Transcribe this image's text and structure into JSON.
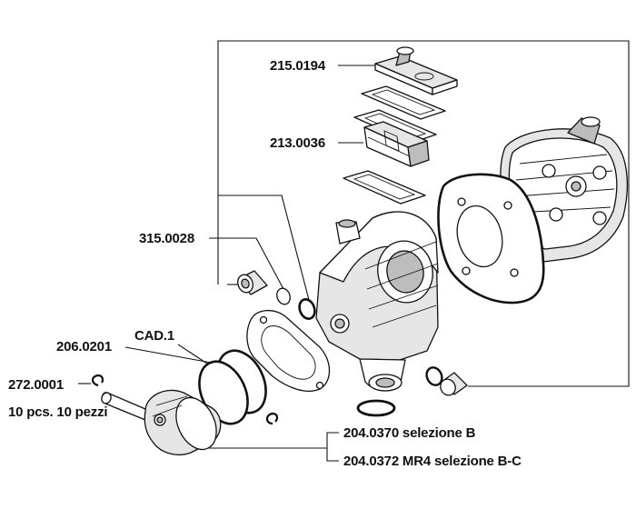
{
  "labels": {
    "manifold": "215.0194",
    "reed_valve": "213.0036",
    "decompressor": "315.0028",
    "cad": "CAD.1",
    "piston_rings": "206.0201",
    "circlip": "272.0001",
    "circlip_qty": "10 pcs. 10 pezzi",
    "kit_b": "204.0370 selezione B",
    "kit_bc": "204.0372 MR4 selezione B-C"
  }
}
